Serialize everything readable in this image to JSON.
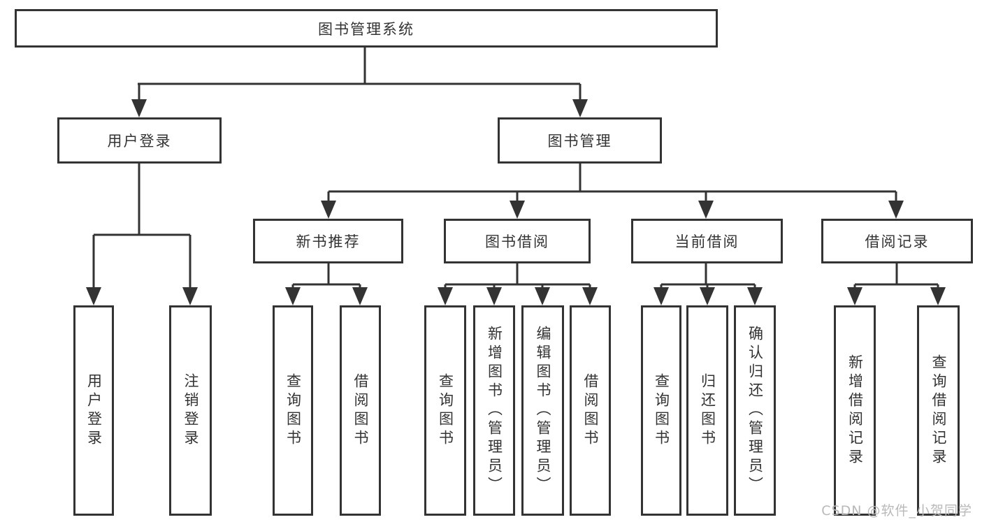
{
  "nodes": {
    "root": "图书管理系统",
    "user_login": "用户登录",
    "book_mgmt": "图书管理",
    "login": "用户登录",
    "logout": "注销登录",
    "new_book_rec": "新书推荐",
    "book_borrow": "图书借阅",
    "current_borrow": "当前借阅",
    "borrow_record": "借阅记录",
    "nb_query_book": "查询图书",
    "nb_borrow_book": "借阅图书",
    "bb_query_book": "查询图书",
    "bb_add_book": "新增图书（管理员）",
    "bb_edit_book": "编辑图书（管理员）",
    "bb_borrow_book": "借阅图书",
    "cb_query_book": "查询图书",
    "cb_return_book": "归还图书",
    "cb_confirm_return": "确认归还（管理员）",
    "br_add_record": "新增借阅记录",
    "br_query_record": "查询借阅记录"
  },
  "watermark": "CSDN @软件_小贺同学",
  "colors": {
    "line": "#333333",
    "box_border": "#333333",
    "box_fill": "#ffffff",
    "text": "#333333",
    "watermark": "#b9b9b9",
    "background": "#ffffff"
  }
}
